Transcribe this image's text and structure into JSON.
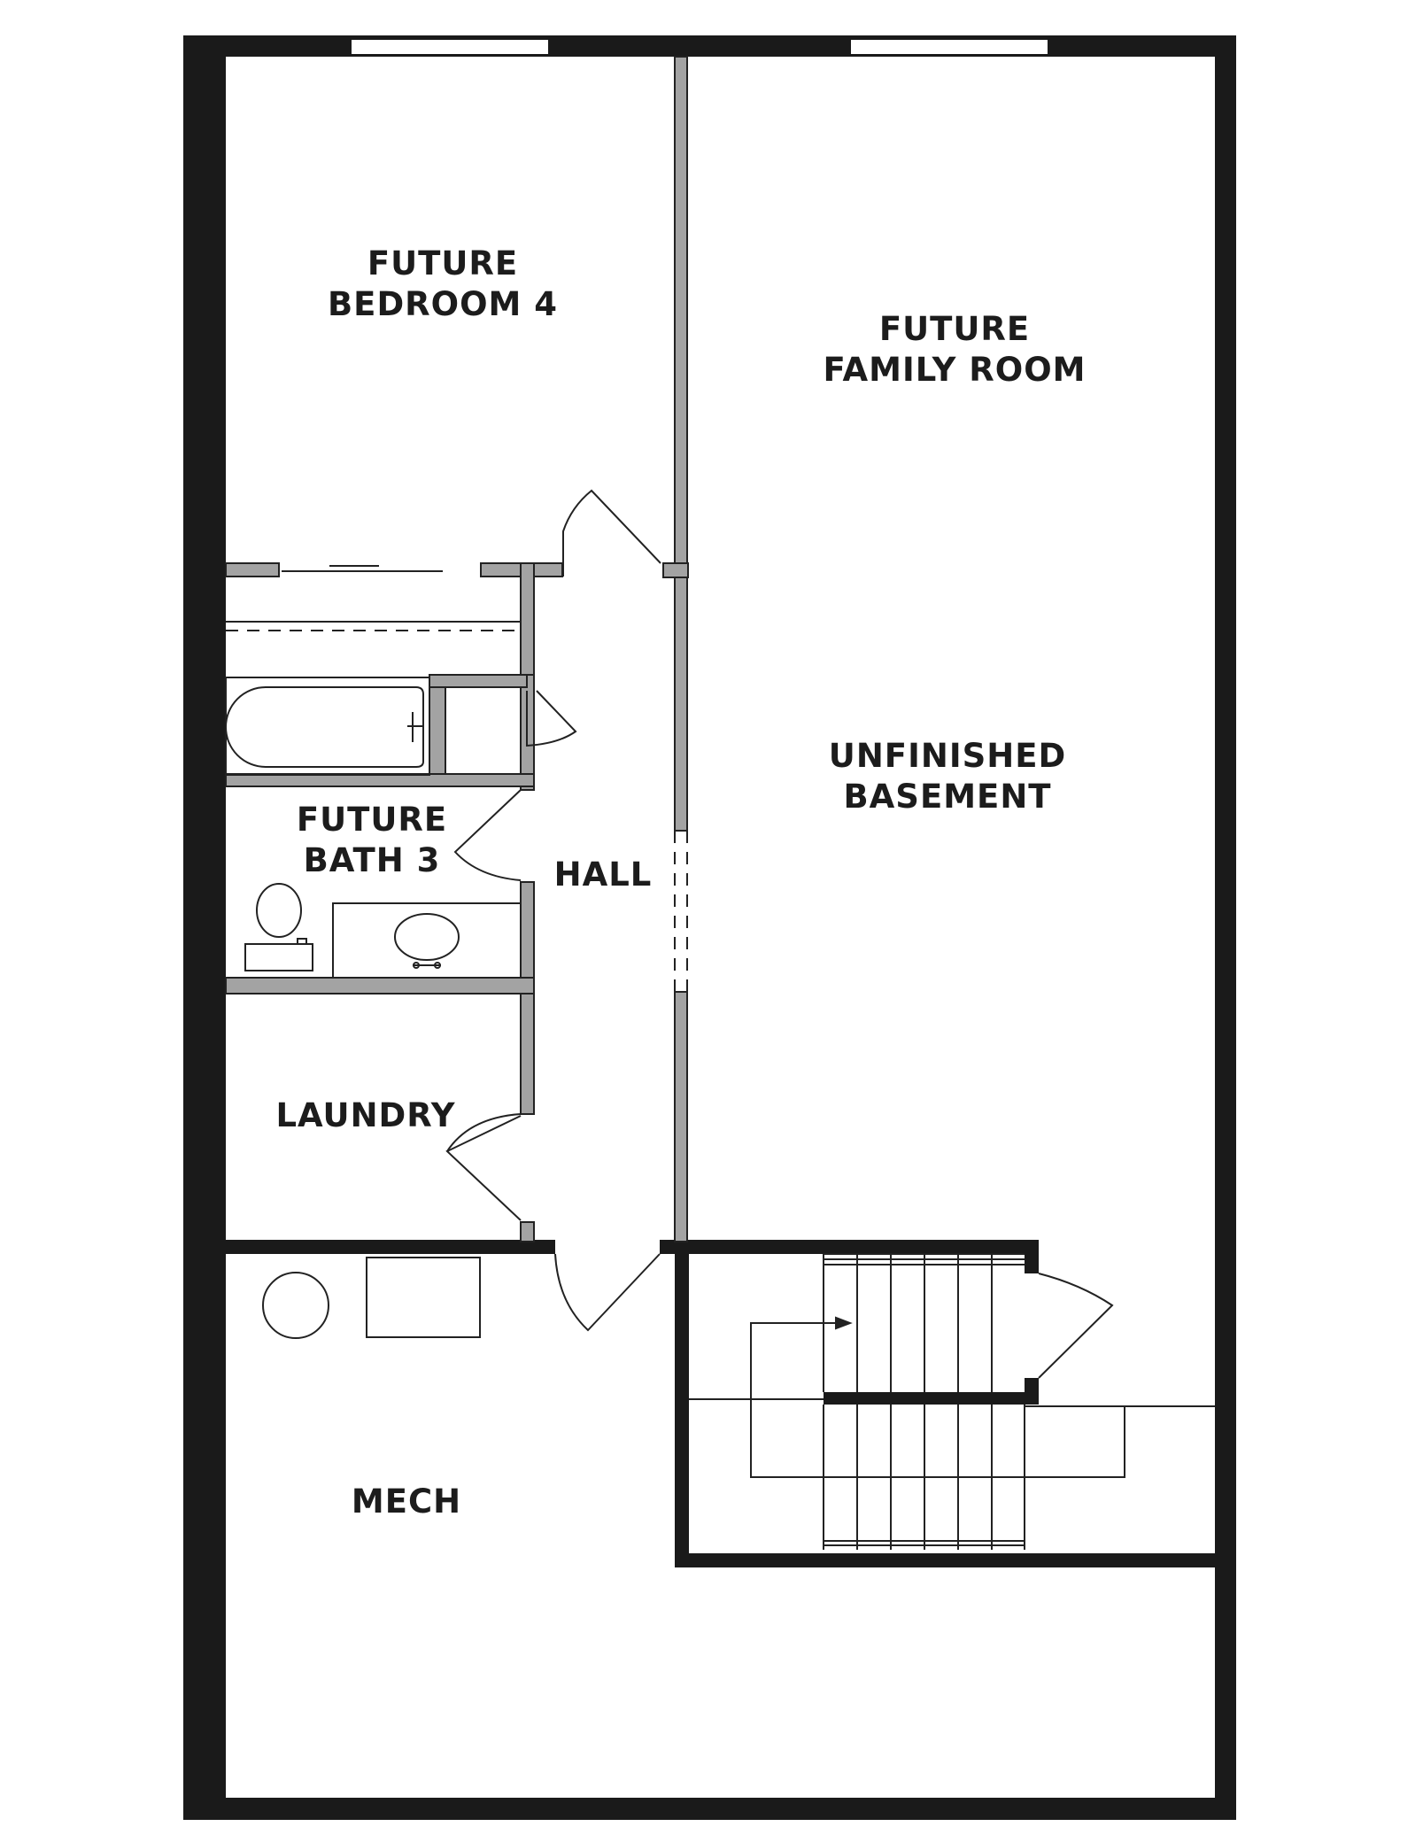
{
  "floorplan": {
    "colors": {
      "exterior_wall": "#1a1a1a",
      "interior_wall": "#a3a3a3",
      "interior_wall_stroke": "#222222",
      "background": "#ffffff",
      "fixture_stroke": "#222222"
    },
    "rooms": {
      "bedroom": {
        "line1": "FUTURE",
        "line2": "BEDROOM 4"
      },
      "family": {
        "line1": "FUTURE",
        "line2": "FAMILY ROOM"
      },
      "unfinished": {
        "line1": "UNFINISHED",
        "line2": "BASEMENT"
      },
      "bath": {
        "line1": "FUTURE",
        "line2": "BATH 3"
      },
      "hall": "HALL",
      "laundry": "LAUNDRY",
      "mech": "MECH"
    },
    "fixtures": {
      "bathtub": "bathtub-icon",
      "toilet": "toilet-icon",
      "sink": "sink-icon",
      "water_heater": "water-heater-icon",
      "furnace": "furnace-icon",
      "stairs": "stairs-icon"
    }
  }
}
